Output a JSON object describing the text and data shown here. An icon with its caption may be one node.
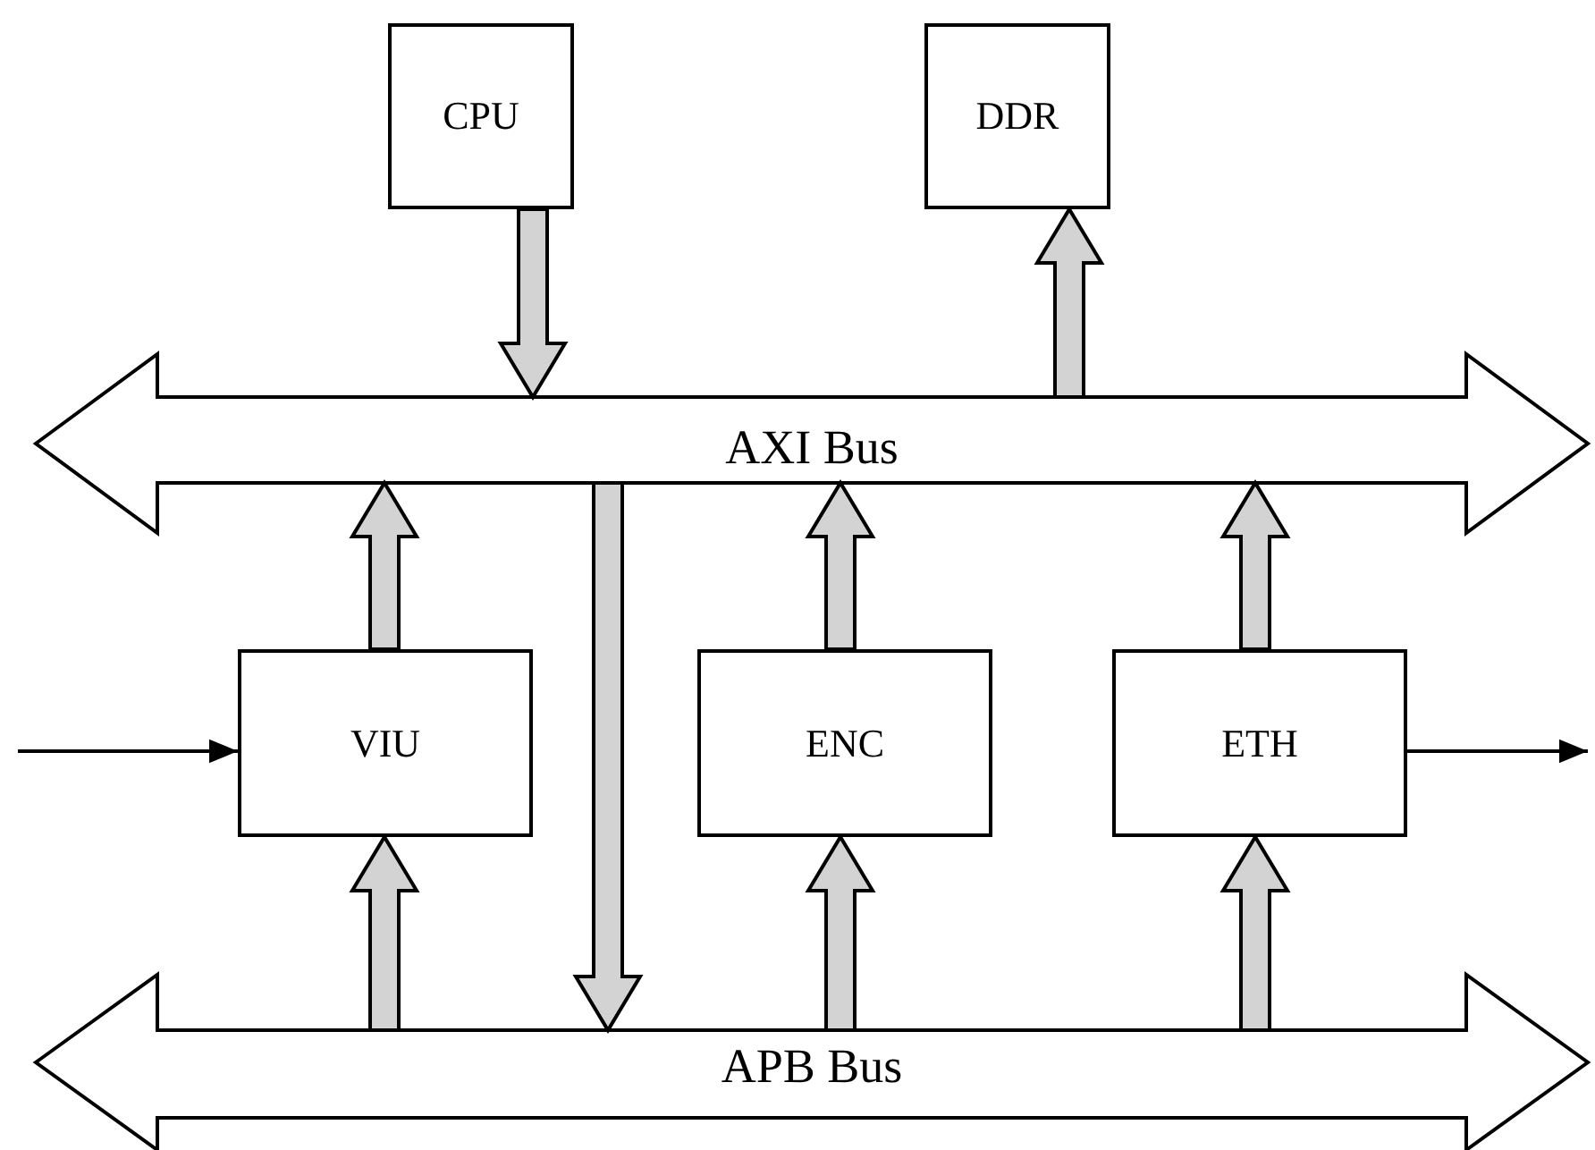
{
  "diagram": {
    "nodes": [
      {
        "text": [
          "CPU"
        ]
      },
      {
        "text": [
          "DDR"
        ]
      },
      {
        "text": [
          "AXI Bus"
        ]
      },
      {
        "text": [
          "VIU"
        ]
      },
      {
        "text": [
          "ENC"
        ]
      },
      {
        "text": [
          "ETH"
        ]
      },
      {
        "text": [
          "APB Bus"
        ]
      }
    ],
    "edges": [
      {
        "from": 0,
        "to": 2,
        "arrow": "to",
        "style": "thick"
      },
      {
        "from": 2,
        "to": 1,
        "arrow": "to",
        "style": "thick"
      },
      {
        "from": 3,
        "to": 2,
        "arrow": "to",
        "style": "thick"
      },
      {
        "from": 4,
        "to": 2,
        "arrow": "to",
        "style": "thick"
      },
      {
        "from": 5,
        "to": 2,
        "arrow": "to",
        "style": "thick"
      },
      {
        "from": 2,
        "to": 6,
        "arrow": "to",
        "style": "thick"
      },
      {
        "from": 6,
        "to": 3,
        "arrow": "to",
        "style": "thick"
      },
      {
        "from": 6,
        "to": 4,
        "arrow": "to",
        "style": "thick"
      },
      {
        "from": 6,
        "to": 5,
        "arrow": "to",
        "style": "thick"
      },
      {
        "from": null,
        "to": 3,
        "arrow": "to"
      },
      {
        "from": 5,
        "to": null,
        "arrow": "to"
      }
    ]
  }
}
